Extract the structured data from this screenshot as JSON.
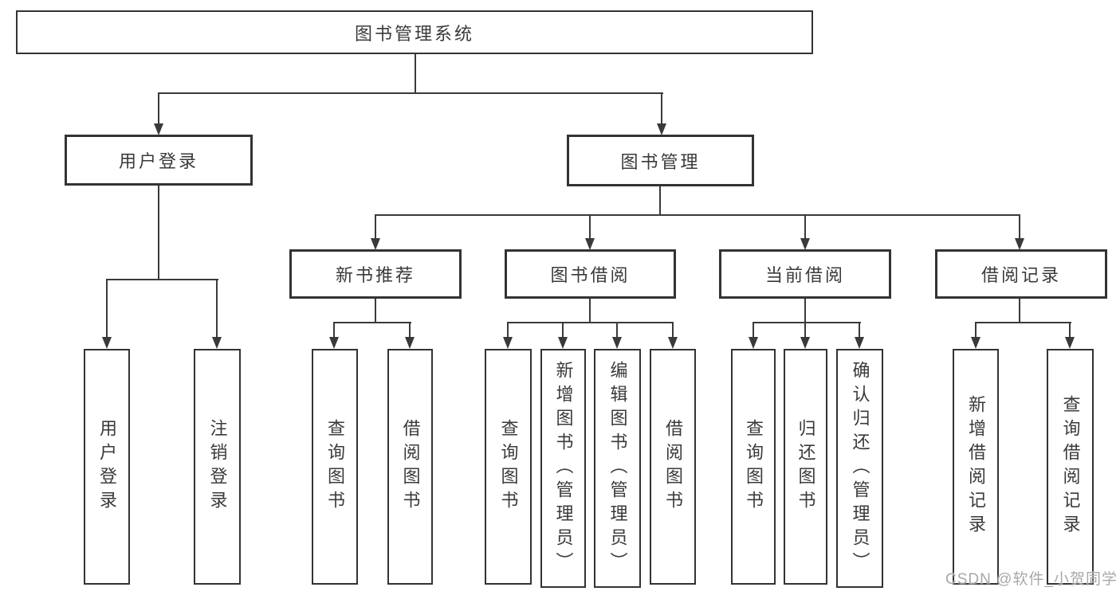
{
  "tree": {
    "root": {
      "label": "图书管理系统"
    },
    "branches": [
      {
        "label": "用户登录",
        "leaves": [
          {
            "label": "用户登录"
          },
          {
            "label": "注销登录"
          }
        ]
      },
      {
        "label": "图书管理",
        "children": [
          {
            "label": "新书推荐",
            "leaves": [
              {
                "label": "查询图书"
              },
              {
                "label": "借阅图书"
              }
            ]
          },
          {
            "label": "图书借阅",
            "leaves": [
              {
                "label": "查询图书"
              },
              {
                "label": "新增图书（管理员）"
              },
              {
                "label": "编辑图书（管理员）"
              },
              {
                "label": "借阅图书"
              }
            ]
          },
          {
            "label": "当前借阅",
            "leaves": [
              {
                "label": "查询图书"
              },
              {
                "label": "归还图书"
              },
              {
                "label": "确认归还（管理员）"
              }
            ]
          },
          {
            "label": "借阅记录",
            "leaves": [
              {
                "label": "新增借阅记录"
              },
              {
                "label": "查询借阅记录"
              }
            ]
          }
        ]
      }
    ]
  },
  "watermark": {
    "text": "CSDN @软件_小贺同学"
  },
  "colors": {
    "line": "#3a3a3a",
    "box_border": "#333333",
    "text": "#3a3a3a",
    "watermark": "#a8a8a8",
    "background": "#ffffff"
  }
}
